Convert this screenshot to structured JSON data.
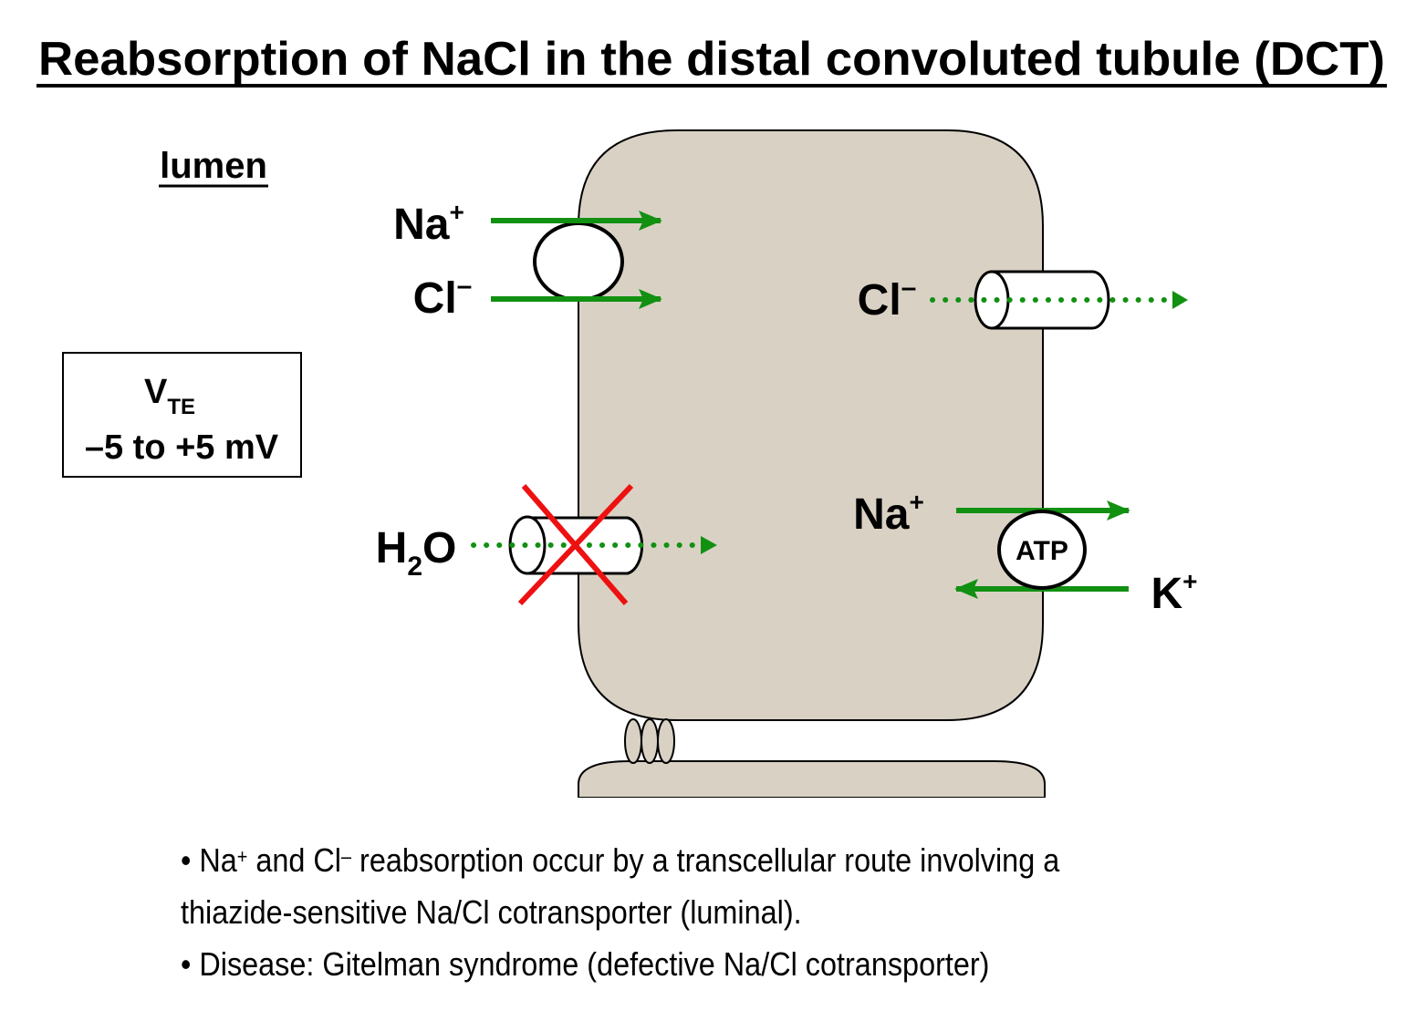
{
  "title": "Reabsorption of NaCl in the distal convoluted tubule (DCT)",
  "lumen_label": "lumen",
  "vte_box": {
    "symbol": "V",
    "subscript": "TE",
    "range": "–5 to +5 mV"
  },
  "luminal_side": {
    "na": {
      "base": "Na",
      "charge": "+"
    },
    "cl": {
      "base": "Cl",
      "charge": "–"
    },
    "h2o": {
      "h": "H",
      "sub": "2",
      "o": "O"
    }
  },
  "basolateral_side": {
    "cl": {
      "base": "Cl",
      "charge": "–"
    },
    "na": {
      "base": "Na",
      "charge": "+"
    },
    "k": {
      "base": "K",
      "charge": "+"
    },
    "pump_label": "ATP"
  },
  "colors": {
    "cell_fill": "#d9d2c4",
    "arrow_green": "#129012",
    "block_red": "#ee1111"
  },
  "notes": {
    "bullet1_line1_pre": "• Na",
    "bullet1_line1_sup1": "+",
    "bullet1_line1_mid": " and Cl",
    "bullet1_line1_sup2": "–",
    "bullet1_line1_post": " reabsorption occur by a transcellular route involving a",
    "bullet1_line2": "thiazide-sensitive Na/Cl cotransporter (luminal).",
    "bullet2": "• Disease: Gitelman syndrome (defective Na/Cl cotransporter)"
  }
}
